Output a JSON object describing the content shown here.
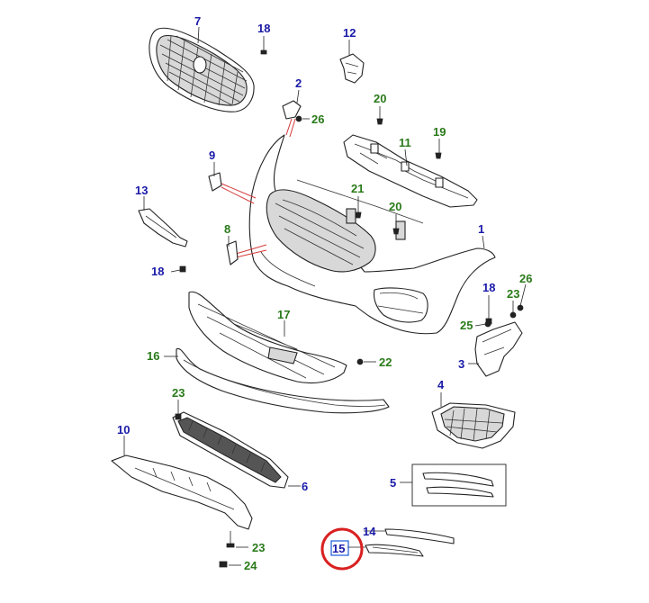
{
  "callouts": {
    "c1": "1",
    "c2": "2",
    "c3": "3",
    "c4": "4",
    "c5": "5",
    "c6": "6",
    "c7": "7",
    "c8": "8",
    "c9": "9",
    "c10": "10",
    "c11": "11",
    "c12": "12",
    "c13": "13",
    "c14": "14",
    "c15": "15",
    "c16": "16",
    "c17": "17",
    "c18a": "18",
    "c18b": "18",
    "c18c": "18",
    "c19": "19",
    "c20a": "20",
    "c20b": "20",
    "c21": "21",
    "c22": "22",
    "c23a": "23",
    "c23b": "23",
    "c23c": "23",
    "c24": "24",
    "c25": "25",
    "c26a": "26",
    "c26b": "26"
  },
  "colors": {
    "label_blue": "#1a1aa8",
    "label_green": "#2a7a1a",
    "highlight_circle": "#d92020",
    "highlight_box": "#1a5ad8"
  },
  "highlight": {
    "part": "15"
  }
}
